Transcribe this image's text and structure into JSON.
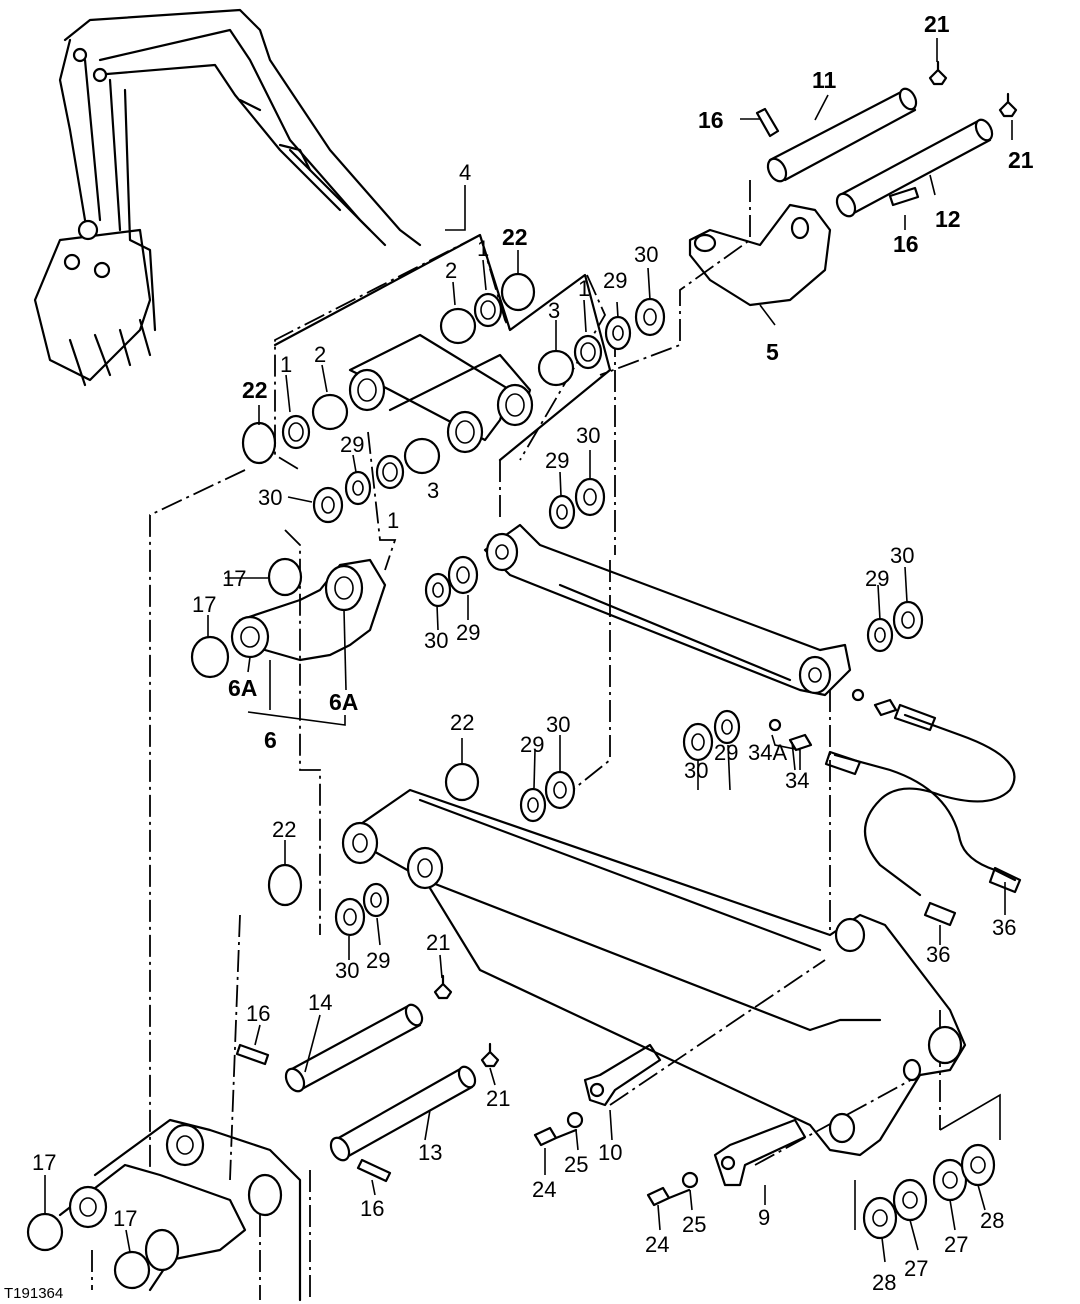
{
  "figure_code": "T191364",
  "callouts": [
    {
      "id": "c21a",
      "text": "21"
    },
    {
      "id": "c11",
      "text": "11"
    },
    {
      "id": "c16a",
      "text": "16"
    },
    {
      "id": "c21b",
      "text": "21"
    },
    {
      "id": "c12",
      "text": "12"
    },
    {
      "id": "c16b",
      "text": "16"
    },
    {
      "id": "c5",
      "text": "5"
    },
    {
      "id": "c4",
      "text": "4"
    },
    {
      "id": "c22a",
      "text": "22"
    },
    {
      "id": "c2a",
      "text": "2"
    },
    {
      "id": "c1a",
      "text": "1"
    },
    {
      "id": "c3a",
      "text": "3"
    },
    {
      "id": "c1b",
      "text": "1"
    },
    {
      "id": "c29a",
      "text": "29"
    },
    {
      "id": "c30a",
      "text": "30"
    },
    {
      "id": "c1c",
      "text": "1"
    },
    {
      "id": "c2b",
      "text": "2"
    },
    {
      "id": "c22b",
      "text": "22"
    },
    {
      "id": "c29b",
      "text": "29"
    },
    {
      "id": "c3b",
      "text": "3"
    },
    {
      "id": "c30b",
      "text": "30"
    },
    {
      "id": "c1d",
      "text": "1"
    },
    {
      "id": "c29c",
      "text": "29"
    },
    {
      "id": "c30c",
      "text": "30"
    },
    {
      "id": "c17a",
      "text": "17"
    },
    {
      "id": "c17b",
      "text": "17"
    },
    {
      "id": "c6Aa",
      "text": "6A"
    },
    {
      "id": "c6Ab",
      "text": "6A"
    },
    {
      "id": "c6",
      "text": "6"
    },
    {
      "id": "c30d",
      "text": "30"
    },
    {
      "id": "c29d",
      "text": "29"
    },
    {
      "id": "c30e",
      "text": "30"
    },
    {
      "id": "c29e",
      "text": "29"
    },
    {
      "id": "c22c",
      "text": "22"
    },
    {
      "id": "c29f",
      "text": "29"
    },
    {
      "id": "c30f",
      "text": "30"
    },
    {
      "id": "c30g",
      "text": "30"
    },
    {
      "id": "c29g",
      "text": "29"
    },
    {
      "id": "c34A",
      "text": "34A"
    },
    {
      "id": "c34",
      "text": "34"
    },
    {
      "id": "c22d",
      "text": "22"
    },
    {
      "id": "c36a",
      "text": "36"
    },
    {
      "id": "c36b",
      "text": "36"
    },
    {
      "id": "c30h",
      "text": "30"
    },
    {
      "id": "c29h",
      "text": "29"
    },
    {
      "id": "c21c",
      "text": "21"
    },
    {
      "id": "c16c",
      "text": "16"
    },
    {
      "id": "c14",
      "text": "14"
    },
    {
      "id": "c21d",
      "text": "21"
    },
    {
      "id": "c13",
      "text": "13"
    },
    {
      "id": "c16d",
      "text": "16"
    },
    {
      "id": "c10",
      "text": "10"
    },
    {
      "id": "c25a",
      "text": "25"
    },
    {
      "id": "c24a",
      "text": "24"
    },
    {
      "id": "c9",
      "text": "9"
    },
    {
      "id": "c25b",
      "text": "25"
    },
    {
      "id": "c24b",
      "text": "24"
    },
    {
      "id": "c17c",
      "text": "17"
    },
    {
      "id": "c17d",
      "text": "17"
    },
    {
      "id": "c27a",
      "text": "27"
    },
    {
      "id": "c28a",
      "text": "28"
    },
    {
      "id": "c28b",
      "text": "28"
    },
    {
      "id": "c27b",
      "text": "27"
    }
  ]
}
